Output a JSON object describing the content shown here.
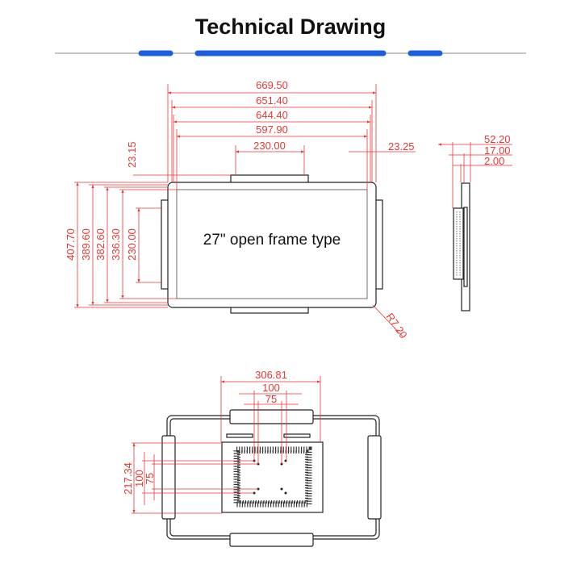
{
  "header": {
    "title": "Technical Drawing",
    "accent_color": "#1a5fe0",
    "line_color": "#8a8a8a"
  },
  "front_view": {
    "screen_label": "27\" open frame type",
    "horizontal_dims": [
      "669.50",
      "651.40",
      "644.40",
      "597.90",
      "230.00"
    ],
    "vertical_dims": [
      "407.70",
      "389.60",
      "382.60",
      "336.30",
      "230.00"
    ],
    "bracket_height_left": "23.15",
    "bracket_offset_right": "23.25",
    "corner_radius": "R7.20"
  },
  "side_view": {
    "dims": [
      "52.20",
      "17.00",
      "2.00"
    ]
  },
  "back_view": {
    "horizontal_dims": [
      "306.81",
      "100",
      "75"
    ],
    "vertical_dims": [
      "217.34",
      "100",
      "75"
    ]
  },
  "dimension_color": "#e53935"
}
